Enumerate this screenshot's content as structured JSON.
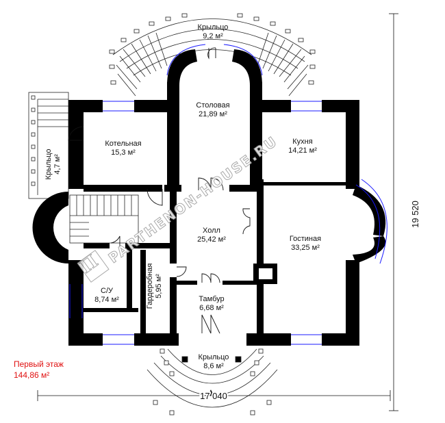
{
  "rooms": [
    {
      "name": "Крыльцо",
      "area": "9,2 м²"
    },
    {
      "name": "Столовая",
      "area": "21,89 м²"
    },
    {
      "name": "Котельная",
      "area": "15,3 м²"
    },
    {
      "name": "Кухня",
      "area": "14,21 м²"
    },
    {
      "name": "Крыльцо",
      "area": "4,7 м²"
    },
    {
      "name": "Холл",
      "area": "25,42 м²"
    },
    {
      "name": "Гостиная",
      "area": "33,25 м²"
    },
    {
      "name": "С/У",
      "area": "8,74 м²"
    },
    {
      "name": "Гардеробная",
      "area": "5,95 м²"
    },
    {
      "name": "Тамбур",
      "area": "6,68 м²"
    },
    {
      "name": "Крыльцо",
      "area": "8,6 м²"
    }
  ],
  "dimensions": {
    "width": "17 040",
    "height": "19 520"
  },
  "floor": {
    "label": "Первый этаж",
    "area": "144,86  м²"
  },
  "watermark": "PARTHENON-HOUSE.RU",
  "colors": {
    "walls": "#000000",
    "windows": "#1a1aff",
    "floor_label": "#e01010"
  }
}
